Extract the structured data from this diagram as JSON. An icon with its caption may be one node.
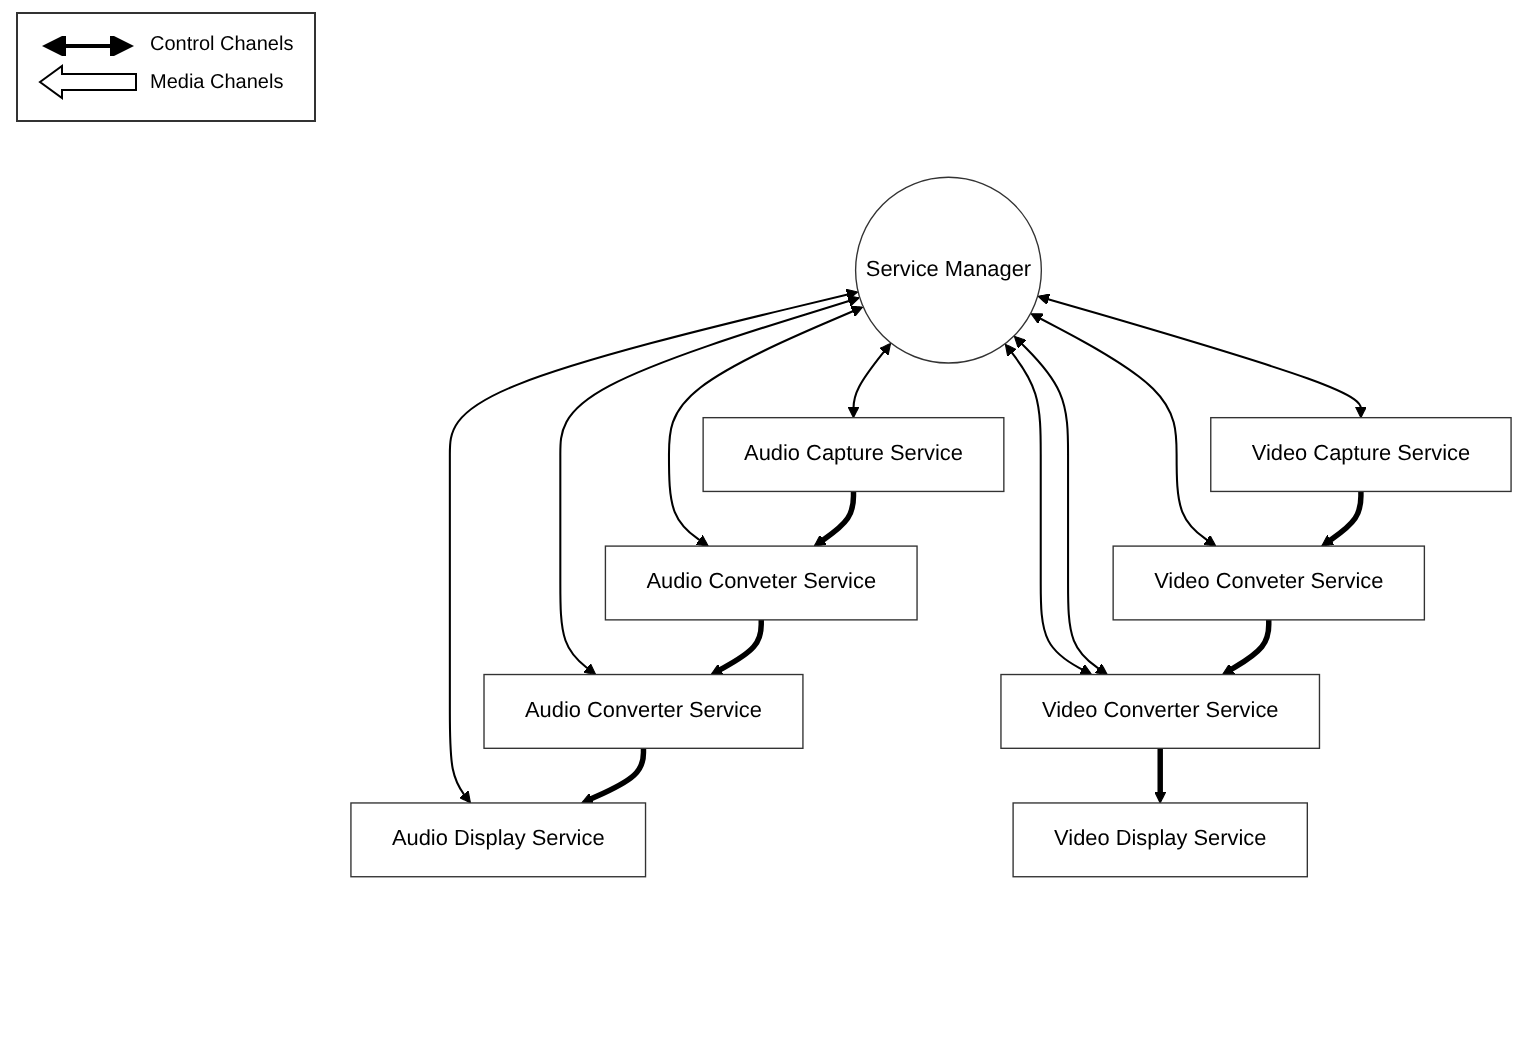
{
  "diagram": {
    "nodes": [
      {
        "text": [
          "Service Manager"
        ]
      },
      {
        "text": [
          "Audio Display Service"
        ]
      },
      {
        "text": [
          "Audio Converter Service"
        ]
      },
      {
        "text": [
          "Audio Conveter Service"
        ]
      },
      {
        "text": [
          "Audio Capture Service"
        ]
      },
      {
        "text": [
          "Video Display Service"
        ]
      },
      {
        "text": [
          "Video Converter Service"
        ]
      },
      {
        "text": [
          "Video Conveter Service"
        ]
      },
      {
        "text": [
          "Video Capture Service"
        ]
      }
    ],
    "edges": [
      {
        "from": 0,
        "to": 1,
        "arrow": "both"
      },
      {
        "from": 0,
        "to": 6,
        "arrow": "both"
      },
      {
        "from": 0,
        "to": 2,
        "arrow": "both"
      },
      {
        "from": 0,
        "to": 6,
        "arrow": "both"
      },
      {
        "from": 0,
        "to": 7,
        "arrow": "both"
      },
      {
        "from": 0,
        "to": 3,
        "arrow": "both"
      },
      {
        "from": 0,
        "to": 8,
        "arrow": "both"
      },
      {
        "from": 0,
        "to": 4,
        "arrow": "both"
      },
      {
        "from": 4,
        "to": 3,
        "arrow": "to",
        "style": "thick"
      },
      {
        "from": 3,
        "to": 2,
        "arrow": "to",
        "style": "thick"
      },
      {
        "from": 2,
        "to": 1,
        "arrow": "to",
        "style": "thick"
      },
      {
        "from": 8,
        "to": 7,
        "arrow": "to",
        "style": "thick"
      },
      {
        "from": 7,
        "to": 6,
        "arrow": "to",
        "style": "thick"
      },
      {
        "from": 6,
        "to": 5,
        "arrow": "to",
        "style": "thick"
      }
    ],
    "legend": [
      {
        "text": "Control Chanels"
      },
      {
        "text": "Media Chanels"
      }
    ]
  }
}
